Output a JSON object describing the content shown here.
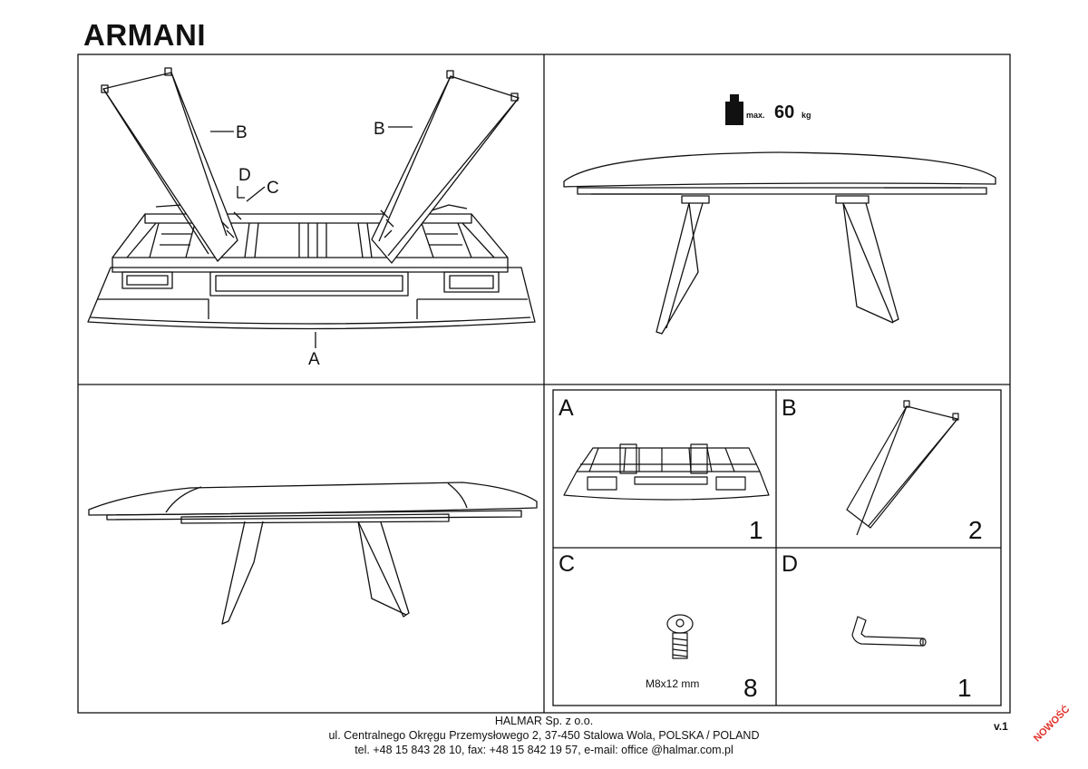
{
  "title": "ARMANI",
  "step1_labels": {
    "a": "A",
    "b_left": "B",
    "b_right": "B",
    "c": "C",
    "d": "D"
  },
  "weight": {
    "max": "max.",
    "value": "60",
    "unit": "kg"
  },
  "parts": [
    {
      "letter": "A",
      "qty": "1",
      "note": ""
    },
    {
      "letter": "B",
      "qty": "2",
      "note": ""
    },
    {
      "letter": "C",
      "qty": "8",
      "note": "M8x12 mm"
    },
    {
      "letter": "D",
      "qty": "1",
      "note": ""
    }
  ],
  "footer": {
    "company": "HALMAR Sp. z o.o.",
    "address": "ul. Centralnego Okręgu Przemysłowego 2, 37-450 Stalowa Wola, POLSKA / POLAND",
    "contact": "tel. +48 15 843 28 10, fax: +48 15 842 19 57, e-mail: office @halmar.com.pl"
  },
  "version": "v.1",
  "stamp": "NOWOŚĆ",
  "colors": {
    "ink": "#111111",
    "stamp": "#e0302a"
  }
}
